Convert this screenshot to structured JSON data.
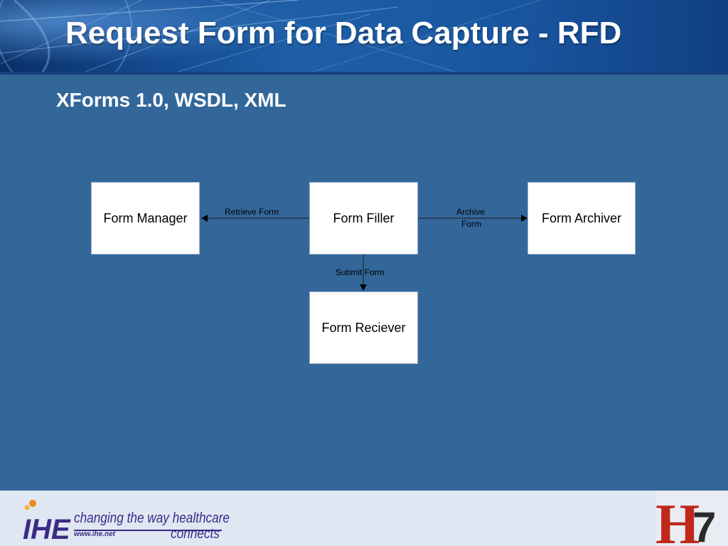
{
  "slide": {
    "title": "Request Form for Data Capture - RFD",
    "subtitle": "XForms 1.0, WSDL, XML"
  },
  "diagram": {
    "nodes": {
      "form_manager": "Form Manager",
      "form_filler": "Form Filler",
      "form_archiver": "Form Archiver",
      "form_receiver": "Form Reciever"
    },
    "edges": {
      "retrieve_form": "Retrieve Form",
      "archive_form_line1": "Archive",
      "archive_form_line2": "Form",
      "submit_form": "Submit Form"
    }
  },
  "footer": {
    "ihe_logo_text": "IHE",
    "tagline": "changing the way healthcare",
    "tagline_end": "connects",
    "url": "www.ihe.net",
    "hl7_logo_text": "HL7"
  },
  "colors": {
    "background": "#33679a",
    "header": "#1a56a0",
    "box": "#ffffff",
    "footer": "#dfe7f2",
    "ihe_purple": "#3d2a86",
    "hl7_red": "#c0281c"
  }
}
